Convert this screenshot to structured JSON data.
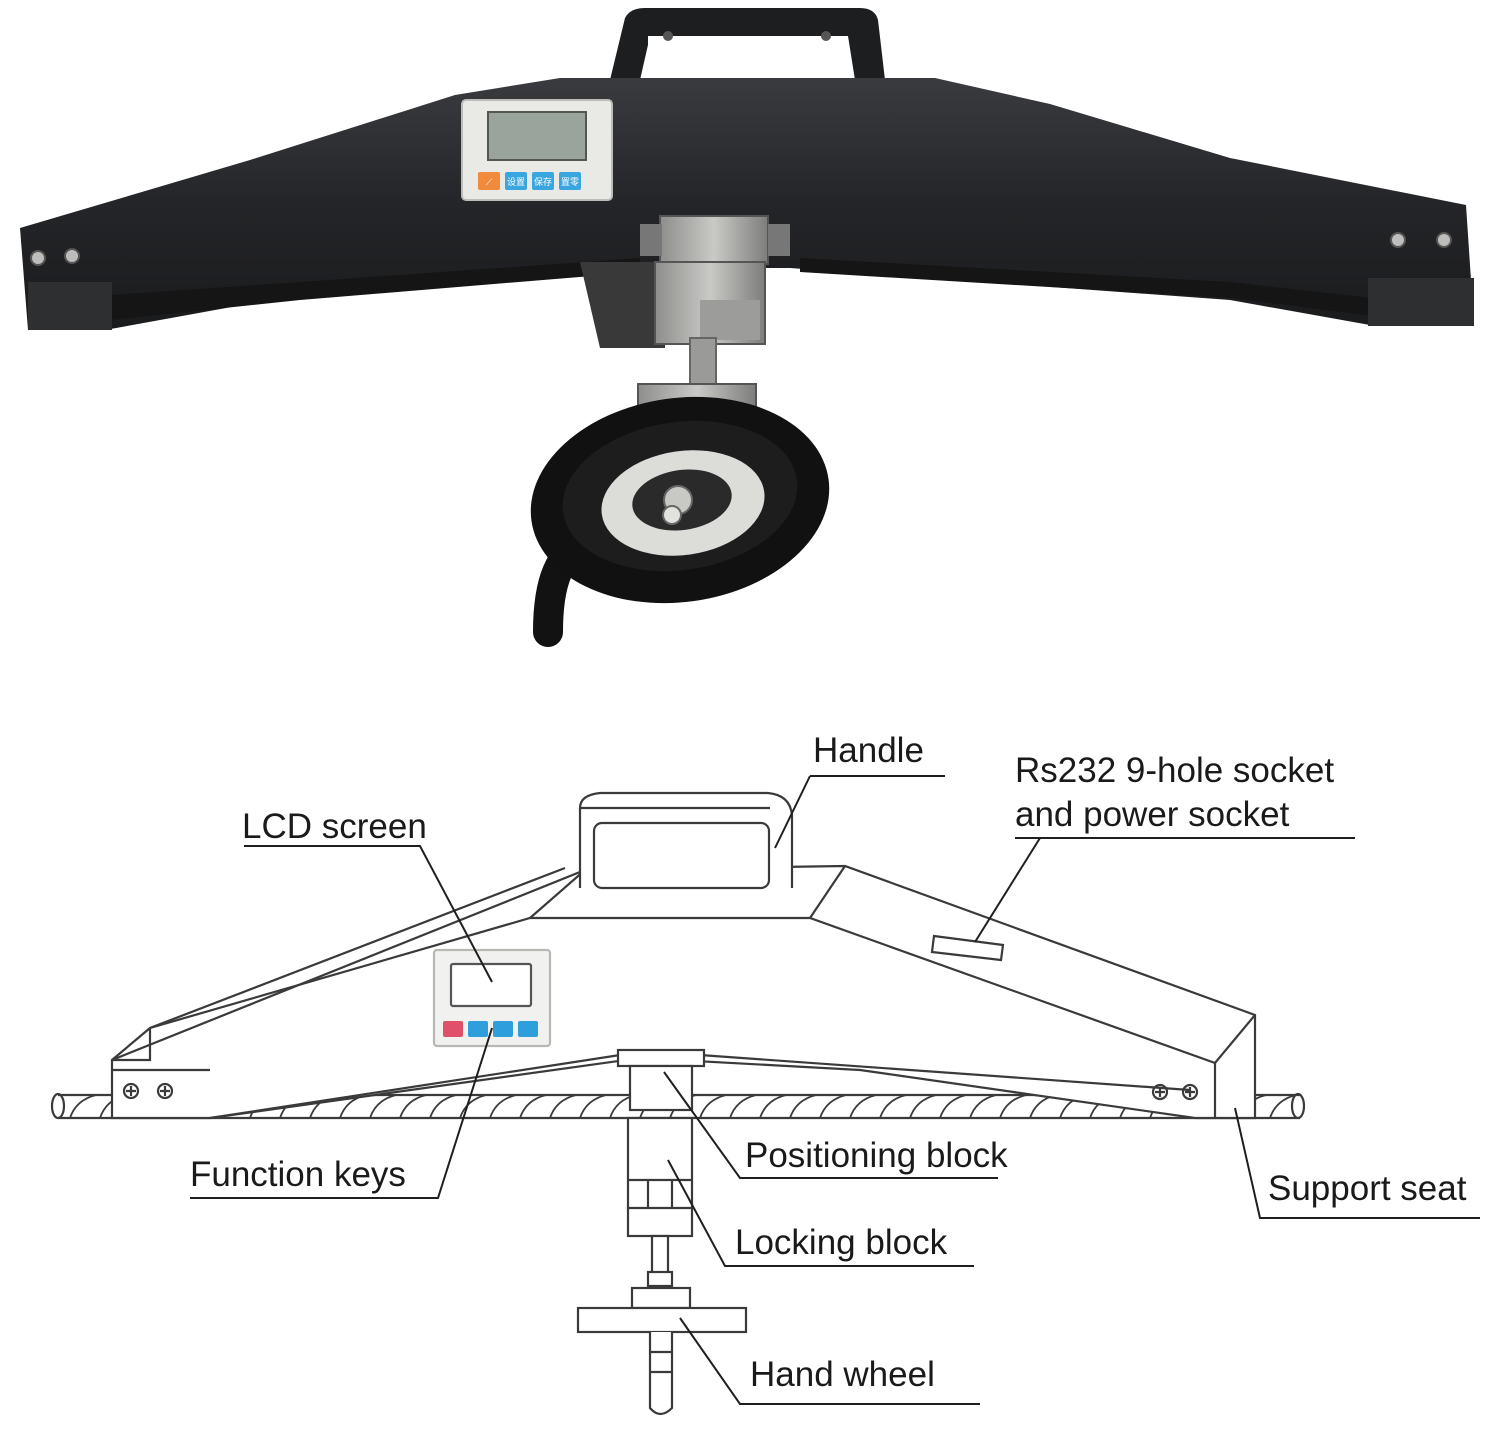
{
  "photo": {
    "keys": [
      "⟋",
      "设置",
      "保存",
      "置零"
    ],
    "colors": {
      "body": "#26272a",
      "steel": "#a9a9a7",
      "panel": "#e9e9e6",
      "key_blue": "#3aa6e0",
      "key_orange": "#f08a3c"
    }
  },
  "diagram": {
    "labels": {
      "handle": "Handle",
      "rs232_line1": "Rs232 9-hole socket",
      "rs232_line2": "and power socket",
      "lcd_screen": "LCD screen",
      "function_keys": "Function keys",
      "positioning_block": "Positioning block",
      "support_seat": "Support seat",
      "locking_block": "Locking block",
      "hand_wheel": "Hand wheel"
    },
    "colors": {
      "line": "#3a3a3a",
      "key_blue": "#2f9fdc",
      "key_red": "#e0506a"
    }
  }
}
